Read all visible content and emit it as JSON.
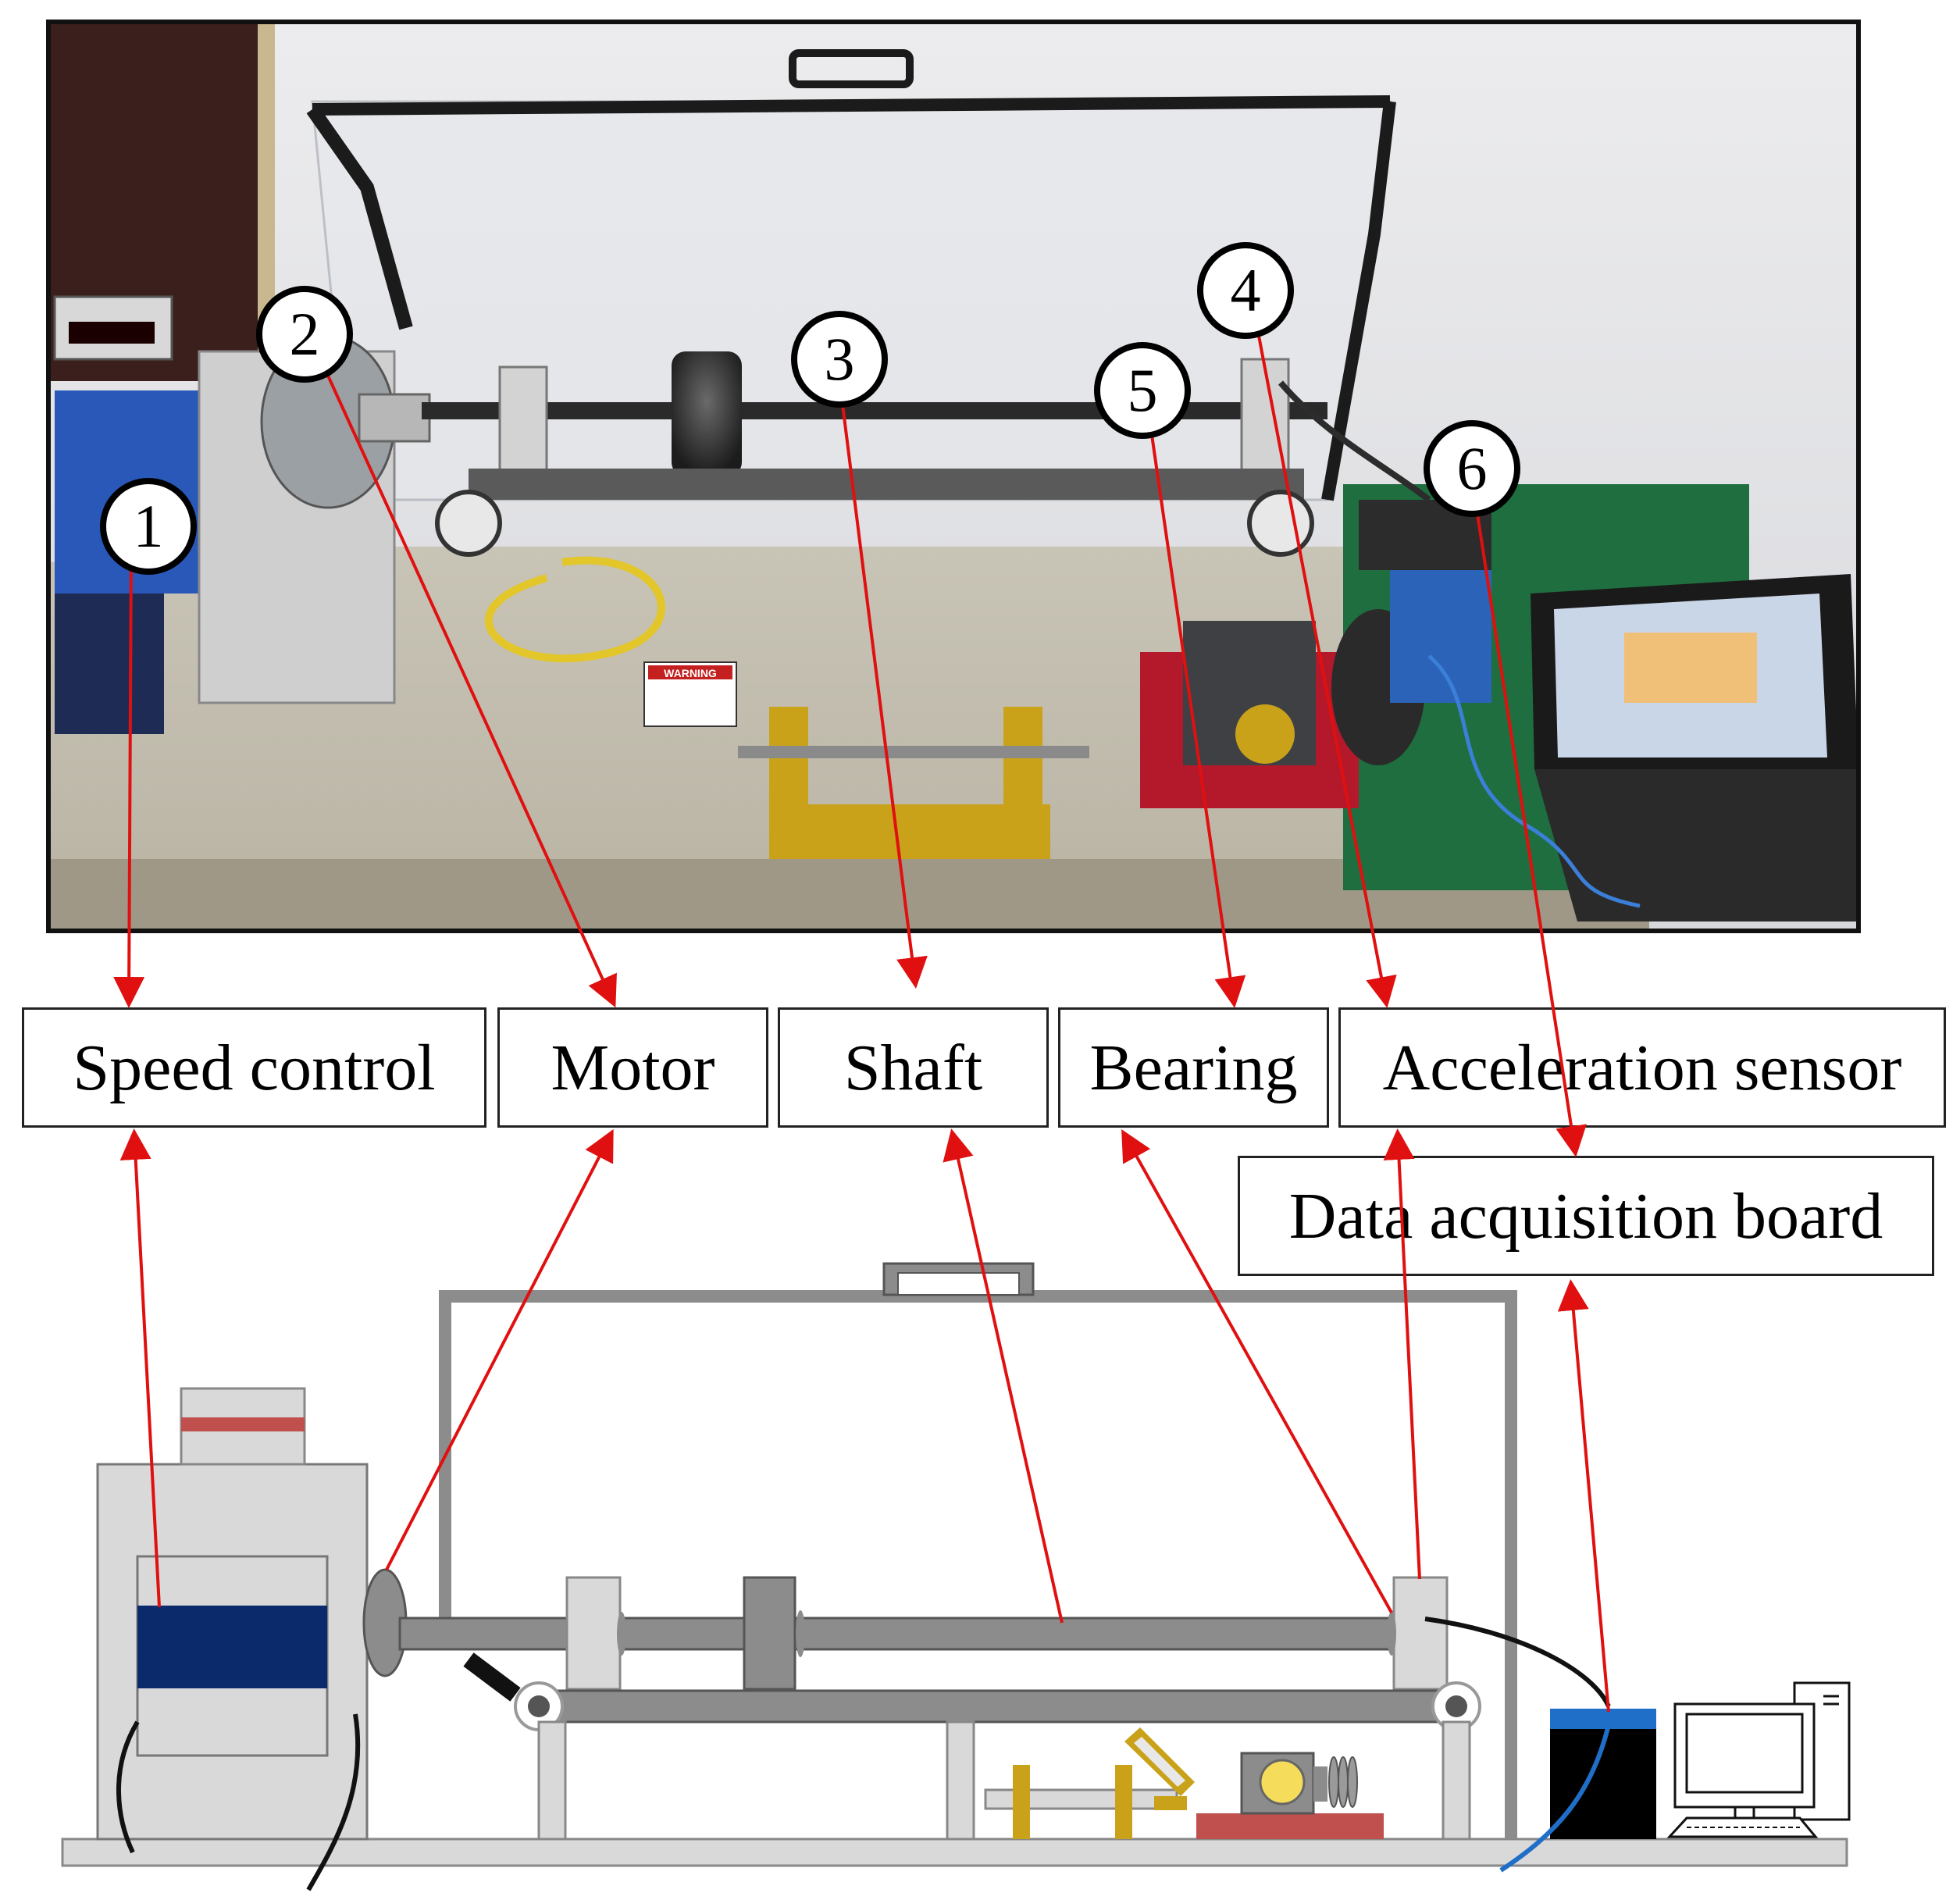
{
  "callouts": [
    {
      "number": "1",
      "label": "Speed control"
    },
    {
      "number": "2",
      "label": "Motor"
    },
    {
      "number": "3",
      "label": "Shaft"
    },
    {
      "number": "5",
      "label": "Bearing"
    },
    {
      "number": "4",
      "label": "Acceleration sensor"
    },
    {
      "number": "6",
      "label": "Data acquisition board"
    }
  ],
  "photo_text": {
    "warning_sign": "WARNING"
  },
  "colors": {
    "arrow": "#e01010",
    "drive_blue": "#0b2a6b",
    "frame_gray": "#8c8c8c",
    "base_gray": "#d9d9d9",
    "gold": "#c9a21a",
    "base_red": "#c0504d",
    "cable_blue": "#1f6fc8",
    "daq_black": "#000000"
  }
}
